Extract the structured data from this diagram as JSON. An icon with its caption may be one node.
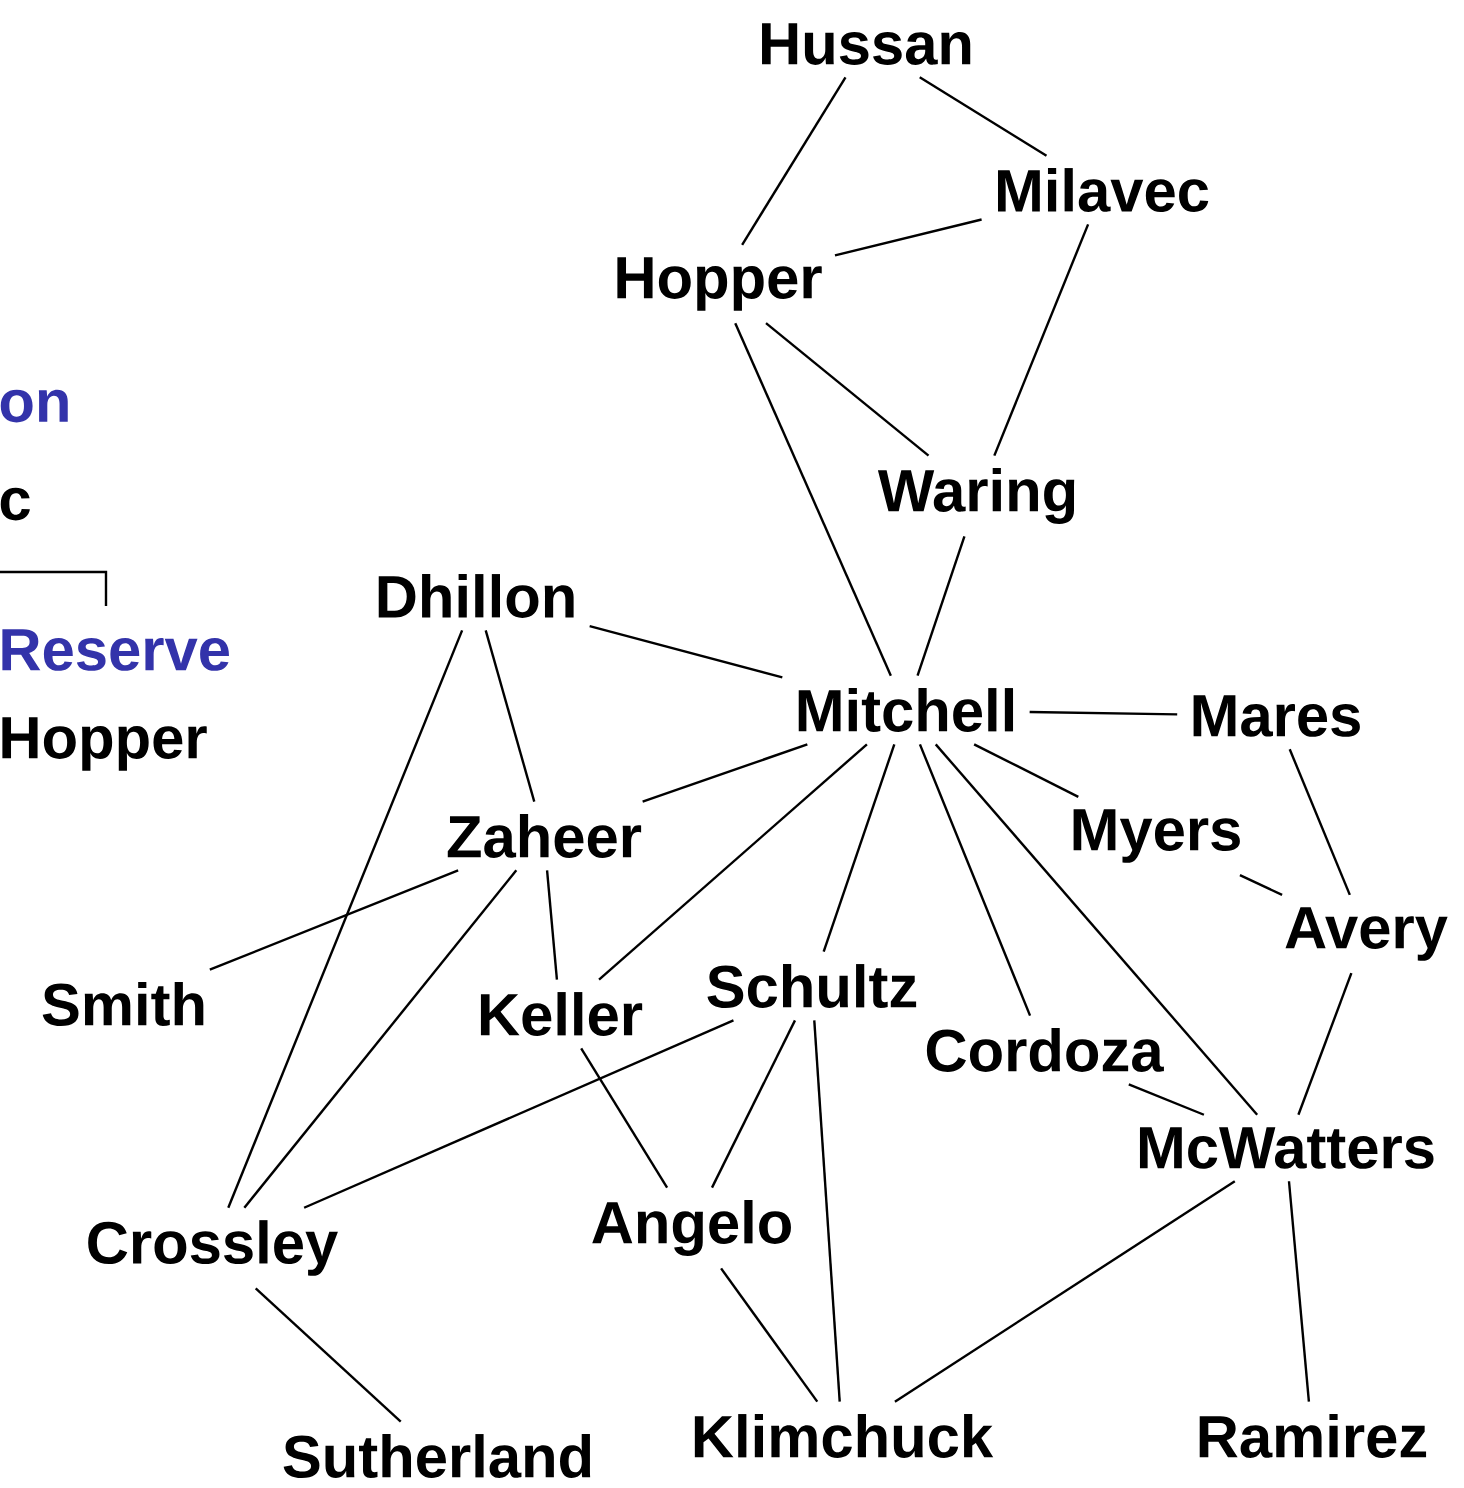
{
  "diagram": {
    "nodes": [
      {
        "text": [
          "Hussan"
        ]
      },
      {
        "text": [
          "Milavec"
        ]
      },
      {
        "text": [
          "Hopper"
        ]
      },
      {
        "text": [
          "Waring"
        ]
      },
      {
        "text": [
          "Dhillon"
        ]
      },
      {
        "text": [
          "Mitchell"
        ]
      },
      {
        "text": [
          "Mares"
        ]
      },
      {
        "text": [
          "Zaheer"
        ]
      },
      {
        "text": [
          "Myers"
        ]
      },
      {
        "text": [
          "Avery"
        ]
      },
      {
        "text": [
          "Smith"
        ]
      },
      {
        "text": [
          "Keller"
        ]
      },
      {
        "text": [
          "Schultz"
        ]
      },
      {
        "text": [
          "Cordoza"
        ]
      },
      {
        "text": [
          "McWatters"
        ]
      },
      {
        "text": [
          "Crossley"
        ]
      },
      {
        "text": [
          "Angelo"
        ]
      },
      {
        "text": [
          "Sutherland"
        ]
      },
      {
        "text": [
          "Klimchuck"
        ]
      },
      {
        "text": [
          "Ramirez"
        ]
      }
    ],
    "edges": [
      {
        "from": 0,
        "to": 2,
        "arrow": "none"
      },
      {
        "from": 0,
        "to": 1,
        "arrow": "none"
      },
      {
        "from": 1,
        "to": 2,
        "arrow": "none"
      },
      {
        "from": 1,
        "to": 3,
        "arrow": "none"
      },
      {
        "from": 2,
        "to": 3,
        "arrow": "none"
      },
      {
        "from": 2,
        "to": 5,
        "arrow": "none"
      },
      {
        "from": 3,
        "to": 5,
        "arrow": "none"
      },
      {
        "from": 4,
        "to": 5,
        "arrow": "none"
      },
      {
        "from": 4,
        "to": 7,
        "arrow": "none"
      },
      {
        "from": 4,
        "to": 15,
        "arrow": "none"
      },
      {
        "from": 5,
        "to": 6,
        "arrow": "none"
      },
      {
        "from": 5,
        "to": 7,
        "arrow": "none"
      },
      {
        "from": 5,
        "to": 11,
        "arrow": "none"
      },
      {
        "from": 5,
        "to": 8,
        "arrow": "none"
      },
      {
        "from": 5,
        "to": 12,
        "arrow": "none"
      },
      {
        "from": 5,
        "to": 13,
        "arrow": "none"
      },
      {
        "from": 5,
        "to": 14,
        "arrow": "none"
      },
      {
        "from": 6,
        "to": 9,
        "arrow": "none"
      },
      {
        "from": 8,
        "to": 9,
        "arrow": "none"
      },
      {
        "from": 9,
        "to": 14,
        "arrow": "none"
      },
      {
        "from": 7,
        "to": 10,
        "arrow": "none"
      },
      {
        "from": 7,
        "to": 11,
        "arrow": "none"
      },
      {
        "from": 7,
        "to": 15,
        "arrow": "none"
      },
      {
        "from": 11,
        "to": 16,
        "arrow": "none"
      },
      {
        "from": 12,
        "to": 15,
        "arrow": "none"
      },
      {
        "from": 12,
        "to": 16,
        "arrow": "none"
      },
      {
        "from": 12,
        "to": 18,
        "arrow": "none"
      },
      {
        "from": 13,
        "to": 14,
        "arrow": "none"
      },
      {
        "from": 14,
        "to": 18,
        "arrow": "none"
      },
      {
        "from": 14,
        "to": 19,
        "arrow": "none"
      },
      {
        "from": 15,
        "to": 17,
        "arrow": "none"
      },
      {
        "from": 16,
        "to": 18,
        "arrow": "none"
      }
    ],
    "labels": [
      "on",
      "c",
      "Reserve",
      "Hopper"
    ]
  }
}
